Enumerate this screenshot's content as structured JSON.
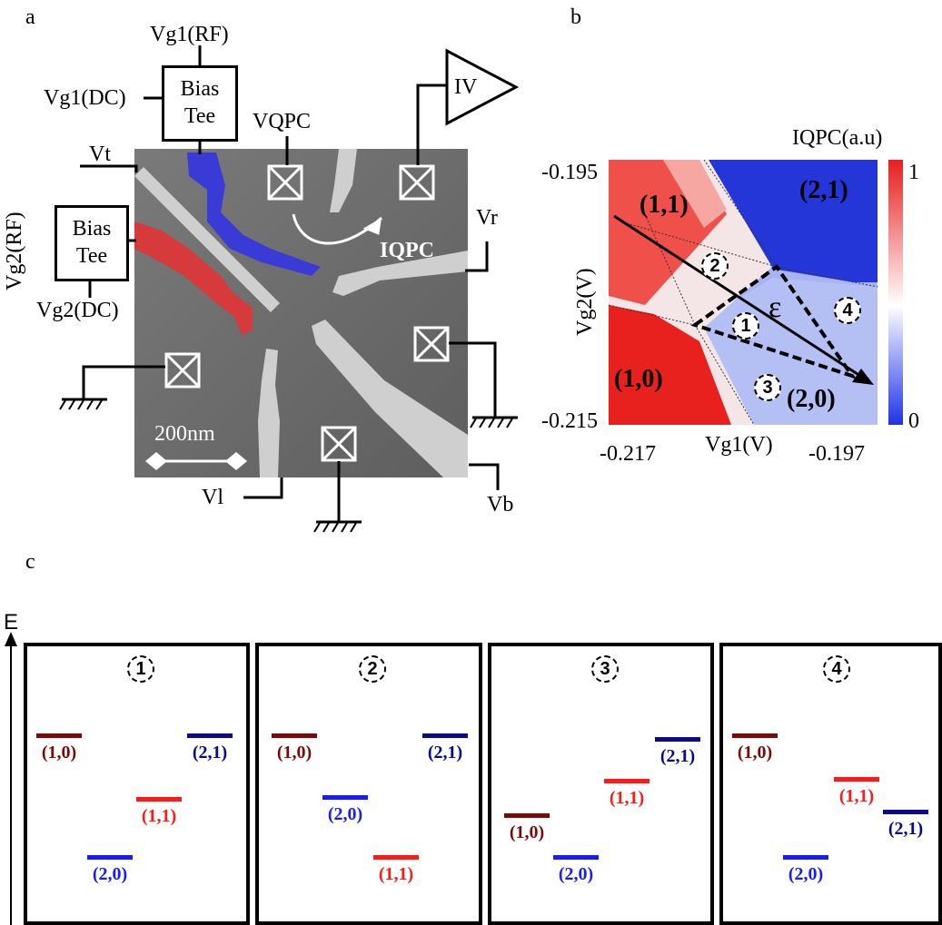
{
  "panel_a": {
    "letter": "a",
    "vg1_rf": "Vg1(RF)",
    "vg1_dc": "Vg1(DC)",
    "vg2_rf": "Vg2(RF)",
    "vg2_dc": "Vg2(DC)",
    "bias_tee_1": "Bias Tee",
    "bias_tee_2": "Bias Tee",
    "vqpc": "VQPC",
    "iv": "IV",
    "vt": "Vt",
    "vr": "Vr",
    "vl": "Vl",
    "vb": "Vb",
    "iqpc": "IQPC",
    "scale": "200nm"
  },
  "panel_b": {
    "letter": "b",
    "colorbar_title": "IQPC(a.u)",
    "colorbar_max": "1",
    "colorbar_min": "0",
    "colors": {
      "high": "#e61e1e",
      "mid": "#ffffff",
      "low": "#1e32e6"
    },
    "y_label": "Vg2(V)",
    "x_label": "Vg1(V)",
    "y_ticks": [
      "-0.195",
      "-0.215"
    ],
    "x_ticks": [
      "-0.217",
      "-0.197"
    ],
    "states": {
      "s11": "(1,1)",
      "s21": "(2,1)",
      "s10": "(1,0)",
      "s20": "(2,0)"
    },
    "epsilon": "ε",
    "markers": [
      "1",
      "2",
      "3",
      "4"
    ]
  },
  "panel_c": {
    "letter": "c",
    "axis_label": "E",
    "colors": {
      "s10": "#7a0a0a",
      "s11": "#ff1a1a",
      "s20": "#1a1aff",
      "s21": "#0a0a8a"
    },
    "boxes": [
      {
        "marker": "1",
        "levels": {
          "s10": "(1,0)",
          "s21": "(2,1)",
          "s11": "(1,1)",
          "s20": "(2,0)"
        }
      },
      {
        "marker": "2",
        "levels": {
          "s10": "(1,0)",
          "s21": "(2,1)",
          "s20": "(2,0)",
          "s11": "(1,1)"
        }
      },
      {
        "marker": "3",
        "levels": {
          "s21": "(2,1)",
          "s11": "(1,1)",
          "s10": "(1,0)",
          "s20": "(2,0)"
        }
      },
      {
        "marker": "4",
        "levels": {
          "s10": "(1,0)",
          "s11": "(1,1)",
          "s21": "(2,1)",
          "s20": "(2,0)"
        }
      }
    ]
  }
}
